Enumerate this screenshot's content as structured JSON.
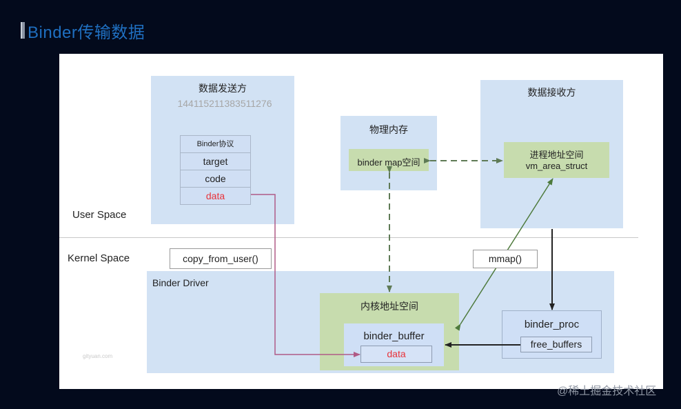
{
  "slide": {
    "title": "Binder传输数据"
  },
  "diagram": {
    "regions": {
      "user_space": "User Space",
      "kernel_space": "Kernel Space"
    },
    "sender": {
      "title": "数据发送方",
      "protocol_rows": [
        "Binder协议",
        "target",
        "code",
        "data"
      ]
    },
    "physical_memory": {
      "title": "物理内存",
      "map_space": "binder map空间"
    },
    "receiver": {
      "title": "数据接收方",
      "process_space_line1": "进程地址空间",
      "process_space_line2": "vm_area_struct"
    },
    "calls": {
      "copy_from_user": "copy_from_user()",
      "mmap": "mmap()"
    },
    "driver": {
      "title": "Binder Driver",
      "kernel_space_title": "内核地址空间",
      "binder_buffer": "binder_buffer",
      "buffer_data": "data",
      "binder_proc": "binder_proc",
      "free_buffers": "free_buffers"
    },
    "colors": {
      "blue_region": "#d2e2f4",
      "green_region": "#c7dcae",
      "copy_arrow": "#b05a86",
      "mmap_arrow": "#4e7a3c",
      "dark_arrow": "#222222",
      "highlight_text": "#e8323a"
    }
  },
  "watermarks": {
    "id_number": "1441152113835​11276",
    "site": "gityuan.com",
    "corner": "@稀土掘金技术社区"
  }
}
